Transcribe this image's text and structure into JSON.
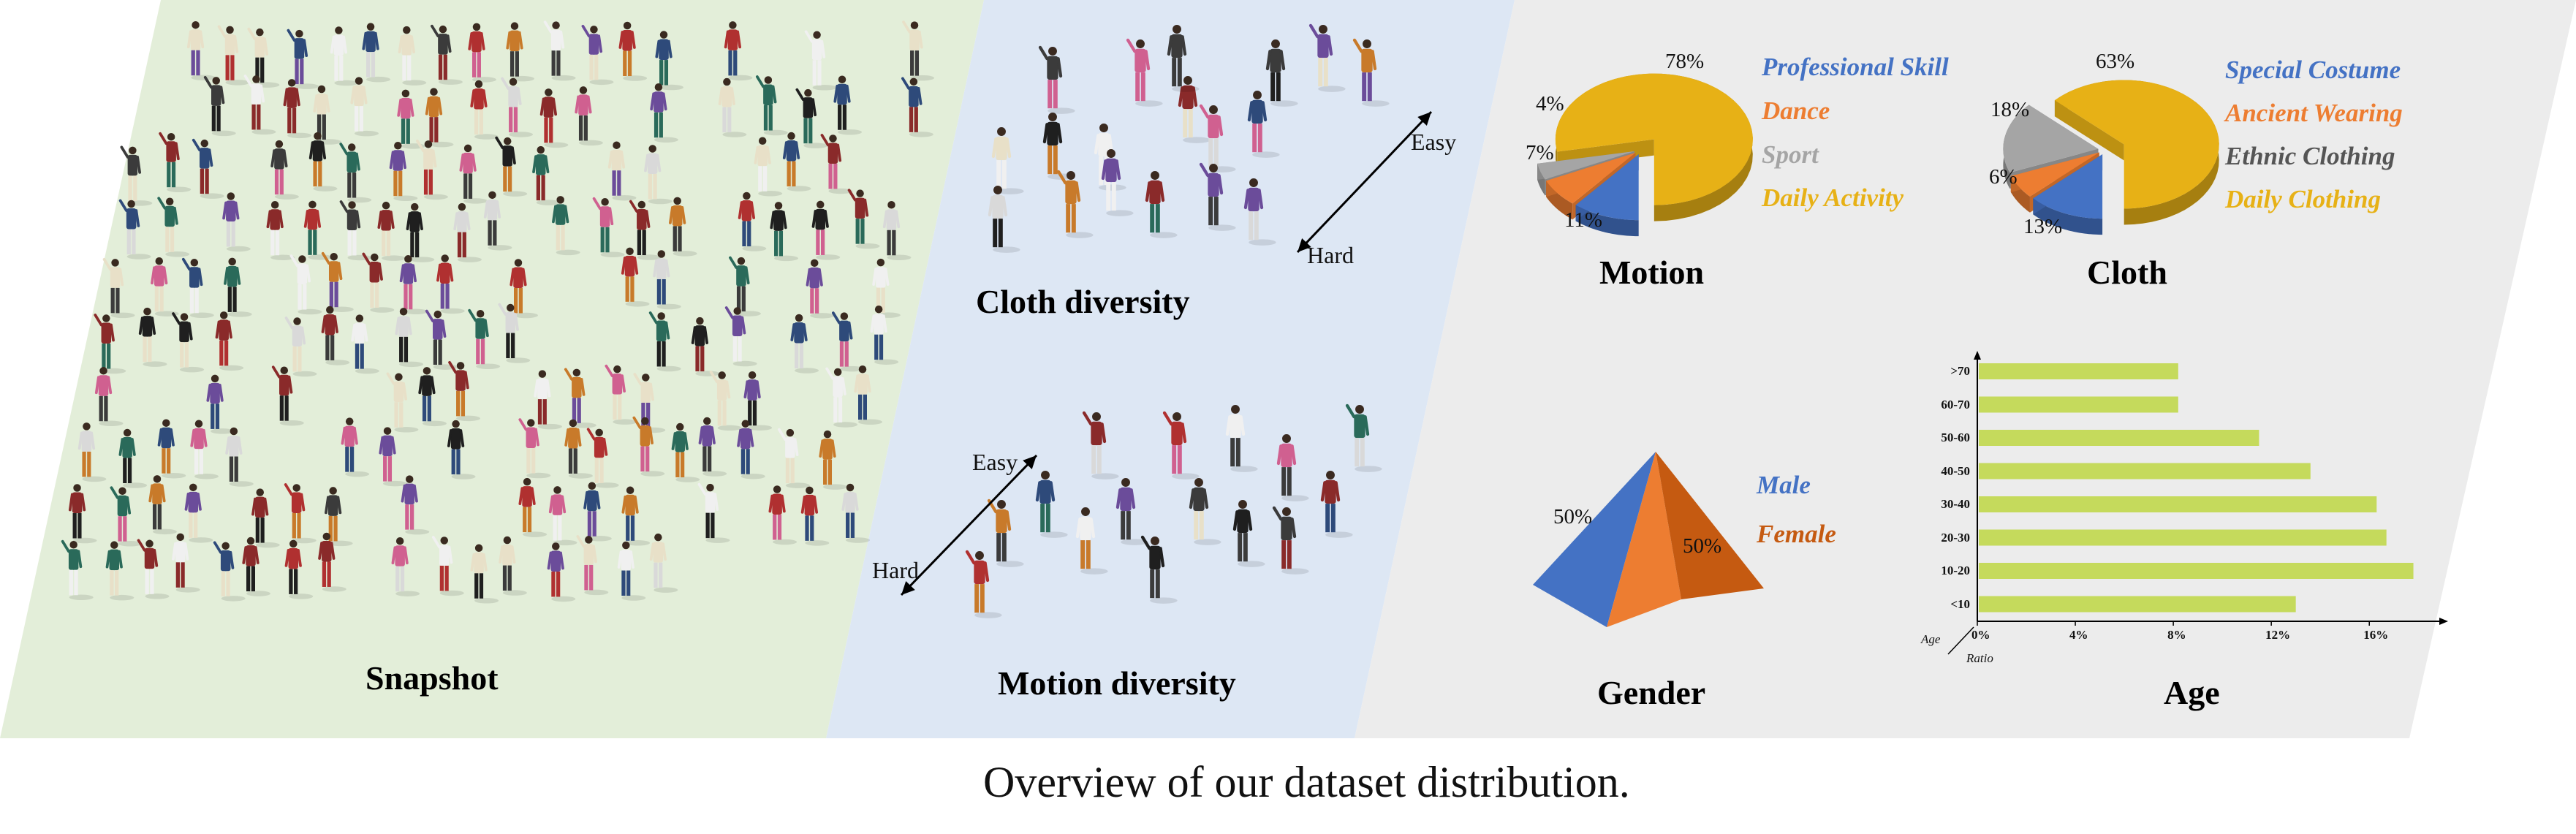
{
  "caption": "Overview of our dataset distribution.",
  "panels": {
    "snapshot": {
      "title": "Snapshot"
    },
    "cloth_diversity": {
      "title": "Cloth diversity",
      "easy": "Easy",
      "hard": "Hard"
    },
    "motion_diversity": {
      "title": "Motion diversity",
      "easy": "Easy",
      "hard": "Hard"
    }
  },
  "colors": {
    "green_panel": "#e3eed9",
    "blue_panel": "#dde7f4",
    "gray_panel": "#ececec",
    "blue": "#4472c4",
    "orange": "#ed7d31",
    "gray": "#a5a5a5",
    "gold": "#e7b116",
    "dark_orange": "#c55a11",
    "green_bar": "#c5da5c"
  },
  "chart_data": [
    {
      "type": "pie",
      "title": "Motion",
      "slices": [
        {
          "label": "Professional Skill",
          "value": 11,
          "pct_label": "11%",
          "color": "#4472c4"
        },
        {
          "label": "Dance",
          "value": 7,
          "pct_label": "7%",
          "color": "#ed7d31"
        },
        {
          "label": "Sport",
          "value": 4,
          "pct_label": "4%",
          "color": "#a5a5a5"
        },
        {
          "label": "Daily Activity",
          "value": 78,
          "pct_label": "78%",
          "color": "#e7b116"
        }
      ],
      "legend_position": "right"
    },
    {
      "type": "pie",
      "title": "Cloth",
      "slices": [
        {
          "label": "Special Costume",
          "value": 13,
          "pct_label": "13%",
          "color": "#4472c4"
        },
        {
          "label": "Ancient Wearing",
          "value": 6,
          "pct_label": "6%",
          "color": "#ed7d31"
        },
        {
          "label": "Ethnic Clothing",
          "value": 18,
          "pct_label": "18%",
          "color": "#a5a5a5"
        },
        {
          "label": "Daily Clothing",
          "value": 63,
          "pct_label": "63%",
          "color": "#e7b116"
        }
      ],
      "legend_position": "right"
    },
    {
      "type": "pie",
      "title": "Gender",
      "slices": [
        {
          "label": "Male",
          "value": 50,
          "pct_label": "50%",
          "color": "#4472c4"
        },
        {
          "label": "Female",
          "value": 50,
          "pct_label": "50%",
          "color": "#ed7d31"
        }
      ],
      "legend_position": "right"
    },
    {
      "type": "bar",
      "orientation": "horizontal",
      "title": "Age",
      "xlabel": "Ratio",
      "ylabel": "Age",
      "categories": [
        ">70",
        "60-70",
        "50-60",
        "40-50",
        "30-40",
        "20-30",
        "10-20",
        "<10"
      ],
      "values": [
        0.082,
        0.082,
        0.115,
        0.136,
        0.163,
        0.167,
        0.178,
        0.13
      ],
      "xticks": [
        "0%",
        "4%",
        "8%",
        "12%",
        "16%"
      ],
      "xtick_values": [
        0,
        0.04,
        0.08,
        0.12,
        0.16
      ],
      "xlim": [
        0,
        0.185
      ],
      "color": "#c5da5c",
      "grid": false
    }
  ]
}
